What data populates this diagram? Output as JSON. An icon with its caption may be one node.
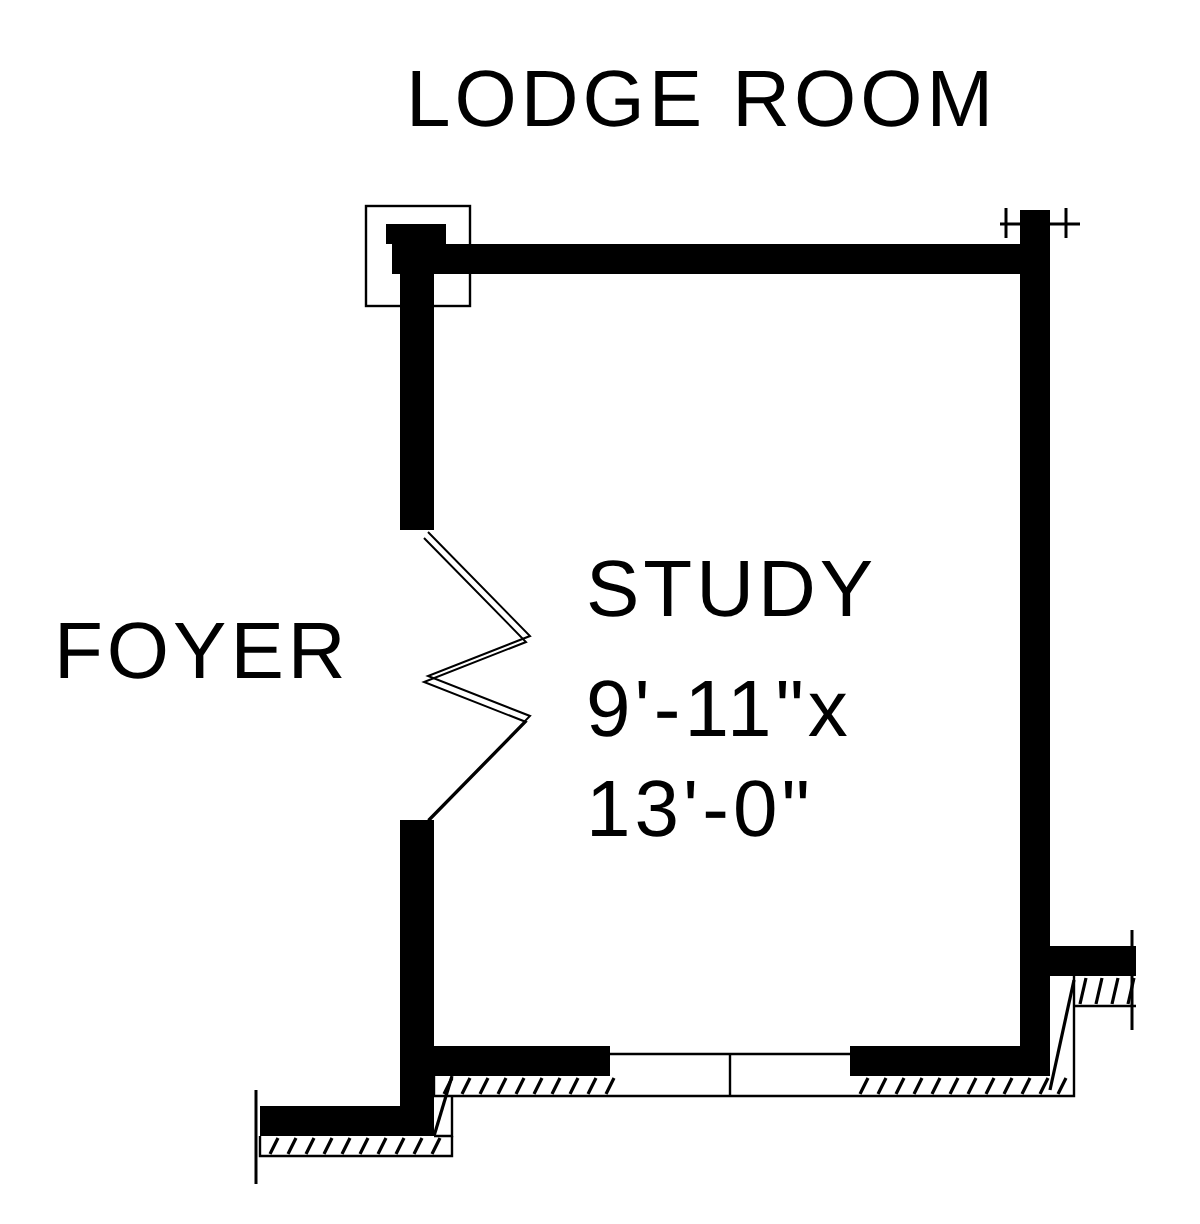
{
  "diagram": {
    "labels": [
      "LODGE ROOM",
      "FOYER",
      "STUDY",
      "9'-11\"x",
      "13'-0\""
    ]
  }
}
